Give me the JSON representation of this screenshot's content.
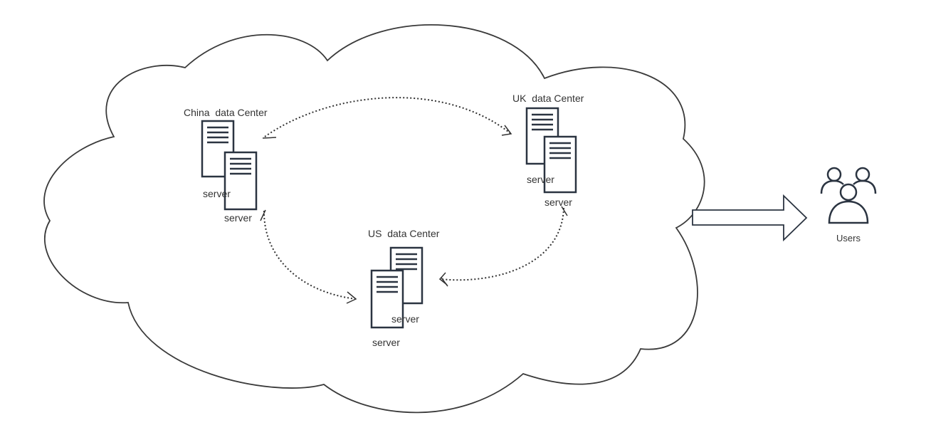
{
  "diagram": {
    "datacenters": [
      {
        "id": "china",
        "title": "China  data Center",
        "servers": [
          "server",
          "server"
        ]
      },
      {
        "id": "uk",
        "title": "UK  data Center",
        "servers": [
          "server",
          "server"
        ]
      },
      {
        "id": "us",
        "title": "US  data Center",
        "servers": [
          "server",
          "server"
        ]
      }
    ],
    "users_label": "Users",
    "colors": {
      "stroke": "#2b3441",
      "text": "#333333",
      "background": "#ffffff"
    }
  }
}
